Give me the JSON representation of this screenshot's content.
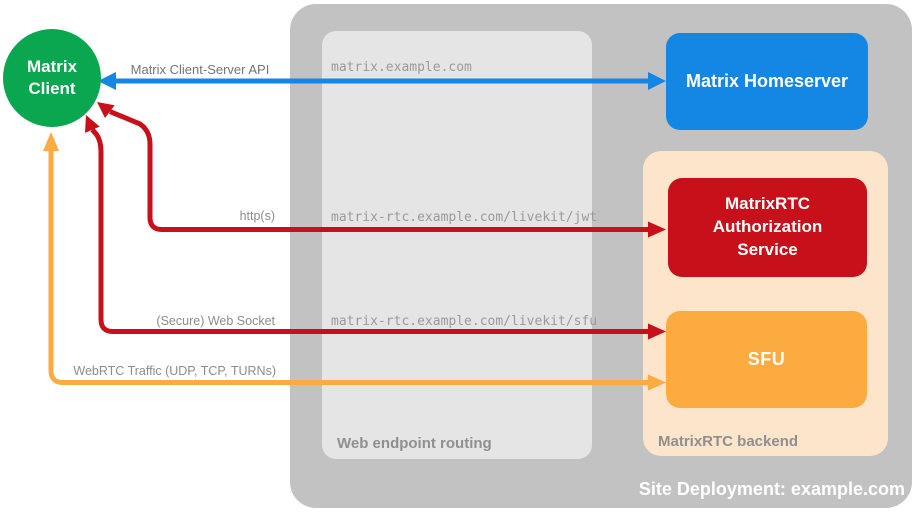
{
  "title": "MatrixRTC site deployment diagram",
  "colors": {
    "client_green": "#0aa650",
    "homeserver_blue": "#1486e4",
    "auth_red": "#c8101a",
    "sfu_orange": "#fbab40",
    "backend_peach": "#fce5cb",
    "site_gray": "#c2c2c2",
    "routing_gray": "#e5e5e5"
  },
  "client": {
    "label": "Matrix Client"
  },
  "homeserver": {
    "label": "Matrix Homeserver"
  },
  "backend": {
    "label": "MatrixRTC backend",
    "auth_service_label": "MatrixRTC Authorization Service",
    "sfu_label": "SFU"
  },
  "routing": {
    "label": "Web endpoint routing",
    "endpoints": [
      "matrix.example.com",
      "matrix-rtc.example.com/livekit/jwt",
      "matrix-rtc.example.com/livekit/sfu"
    ]
  },
  "site": {
    "label": "Site Deployment: example.com"
  },
  "arrows": [
    {
      "name": "matrix-client-server-api",
      "label": "Matrix Client-Server API",
      "color": "#1486e4",
      "direction": "bidirectional"
    },
    {
      "name": "https",
      "label": "http(s)",
      "color": "#c8101a",
      "direction": "bidirectional"
    },
    {
      "name": "secure-web-socket",
      "label": "(Secure) Web Socket",
      "color": "#c8101a",
      "direction": "bidirectional"
    },
    {
      "name": "webrtc-traffic",
      "label": "WebRTC Traffic (UDP, TCP, TURNs)",
      "color": "#fbab40",
      "direction": "bidirectional"
    }
  ]
}
